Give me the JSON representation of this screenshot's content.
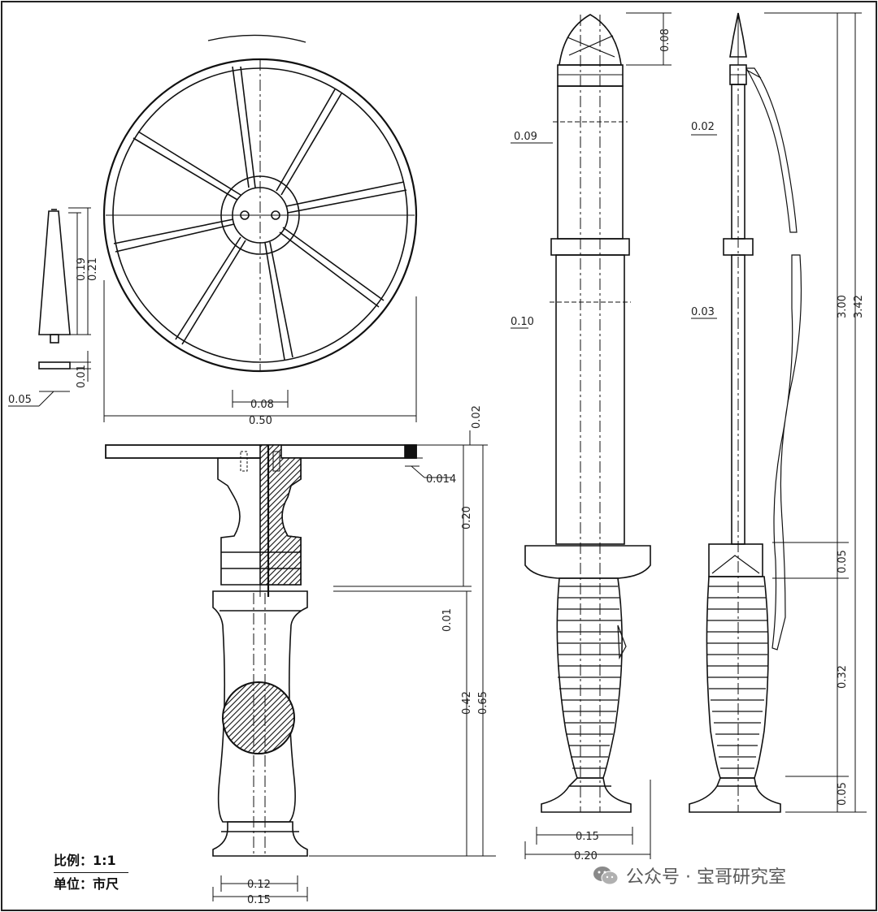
{
  "dimensions": {
    "wheel_outer": "0.50",
    "wheel_hub": "0.08",
    "whorl_height_a": "0.19",
    "whorl_height_b": "0.21",
    "whorl_base": "0.05",
    "whorl_thick": "0.01",
    "top_offset": "0.02",
    "rim_thick": "0.014",
    "upper_body": "0.20",
    "gap": "0.01",
    "handle_a": "0.42",
    "handle_b": "0.65",
    "base_inner": "0.12",
    "base_outer": "0.15",
    "blade_tip": "0.08",
    "blade_width_upper": "0.09",
    "blade_width_lower": "0.10",
    "side_width_upper": "0.02",
    "side_width_lower": "0.03",
    "total_a": "3.00",
    "total_b": "3.42",
    "guard_height": "0.05",
    "grip_length": "0.32",
    "pommel_height": "0.05",
    "grip_base_inner": "0.15",
    "grip_base_outer": "0.20"
  },
  "legend": {
    "scale": "比例：1:1",
    "unit": "单位：市尺"
  },
  "watermark": {
    "text": "公众号 · 宝哥研究室"
  },
  "icons": [
    "wechat-icon"
  ]
}
